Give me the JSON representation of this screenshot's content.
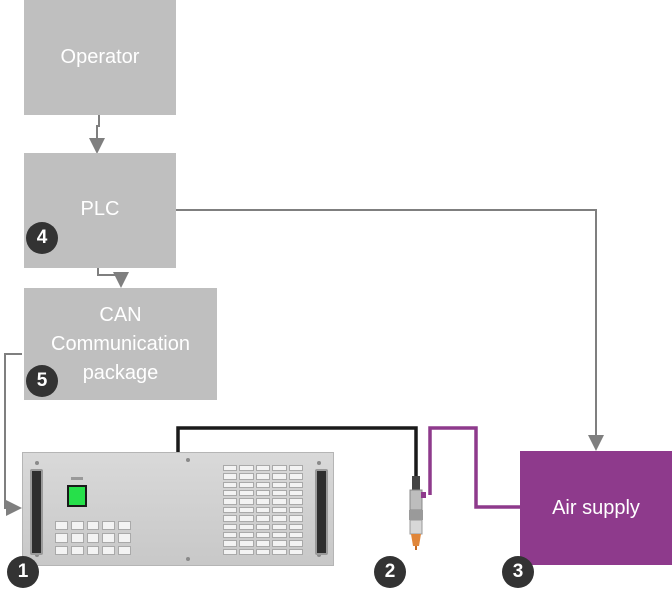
{
  "diagram": {
    "nodes": {
      "operator": {
        "label": "Operator"
      },
      "plc": {
        "label": "PLC",
        "badge": "4"
      },
      "can": {
        "label_lines": [
          "CAN",
          "Communication",
          "package"
        ],
        "badge": "5"
      },
      "power_unit": {
        "badge": "1"
      },
      "torch": {
        "badge": "2"
      },
      "air_supply": {
        "label": "Air supply",
        "badge": "3"
      }
    },
    "connections": [
      {
        "from": "operator",
        "to": "plc"
      },
      {
        "from": "plc",
        "to": "can"
      },
      {
        "from": "plc",
        "to": "air_supply"
      },
      {
        "from": "can",
        "to": "power_unit"
      },
      {
        "from": "power_unit",
        "to": "torch",
        "kind": "cable"
      },
      {
        "from": "air_supply",
        "to": "torch",
        "kind": "air-hose"
      }
    ]
  },
  "colors": {
    "box_gray": "#bfbfbf",
    "air_purple": "#8e3a8c",
    "badge": "#333333",
    "arrow": "#7f7f7f",
    "cable": "#1a1a1a",
    "power_button": "#26e04a"
  }
}
